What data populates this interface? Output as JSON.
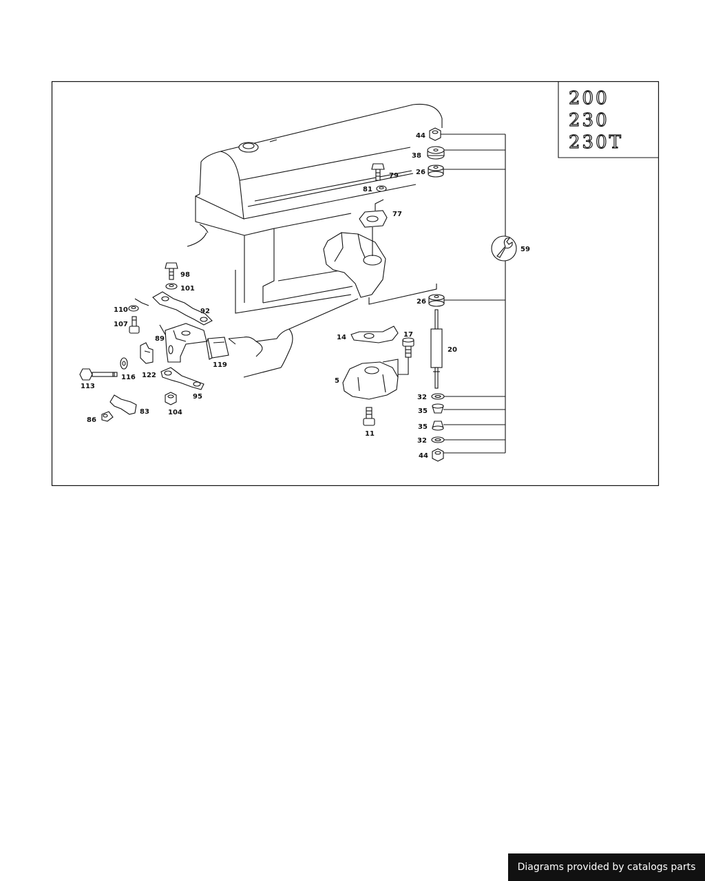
{
  "models": [
    "200",
    "230",
    "230T"
  ],
  "callouts": {
    "c44a": "44",
    "c38": "38",
    "c26a": "26",
    "c79": "79",
    "c81": "81",
    "c77": "77",
    "c59": "59",
    "c98": "98",
    "c101": "101",
    "c92": "92",
    "c110": "110",
    "c107": "107",
    "c89": "89",
    "c119": "119",
    "c113": "113",
    "c116": "116",
    "c122": "122",
    "c95": "95",
    "c104": "104",
    "c86": "86",
    "c83": "83",
    "c14": "14",
    "c17": "17",
    "c5": "5",
    "c11": "11",
    "c26b": "26",
    "c20": "20",
    "c32a": "32",
    "c35a": "35",
    "c35b": "35",
    "c32b": "32",
    "c44b": "44"
  },
  "footer": {
    "text": "Diagrams provided by catalogs parts"
  }
}
